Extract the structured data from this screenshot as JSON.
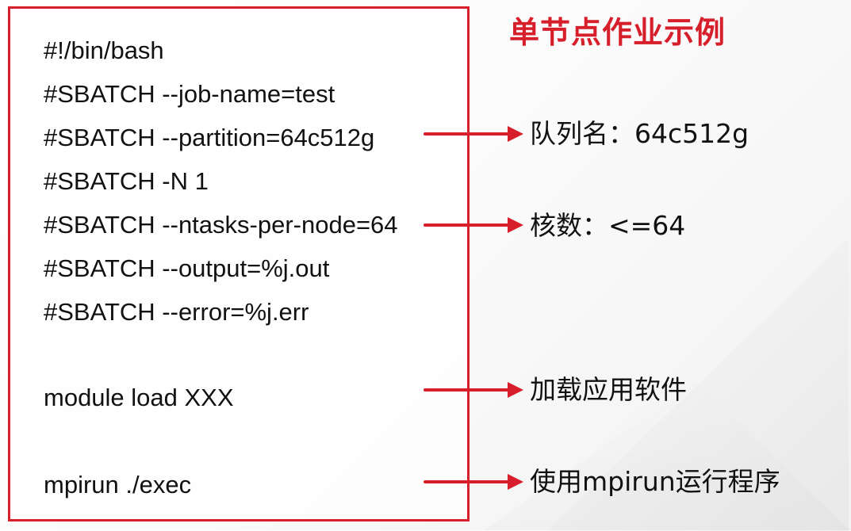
{
  "slide": {
    "title": "单节点作业示例",
    "accent_color": "#d61f2b",
    "code_lines": [
      "#!/bin/bash",
      "#SBATCH --job-name=test",
      "#SBATCH --partition=64c512g",
      "#SBATCH -N 1",
      "#SBATCH --ntasks-per-node=64",
      "#SBATCH --output=%j.out",
      "#SBATCH --error=%j.err",
      "module load XXX",
      "mpirun ./exec"
    ],
    "annotations": [
      "队列名：64c512g",
      "核数：<=64",
      "加载应用软件",
      "使用mpirun运行程序"
    ],
    "arrow_icon": "right-arrow-icon"
  }
}
